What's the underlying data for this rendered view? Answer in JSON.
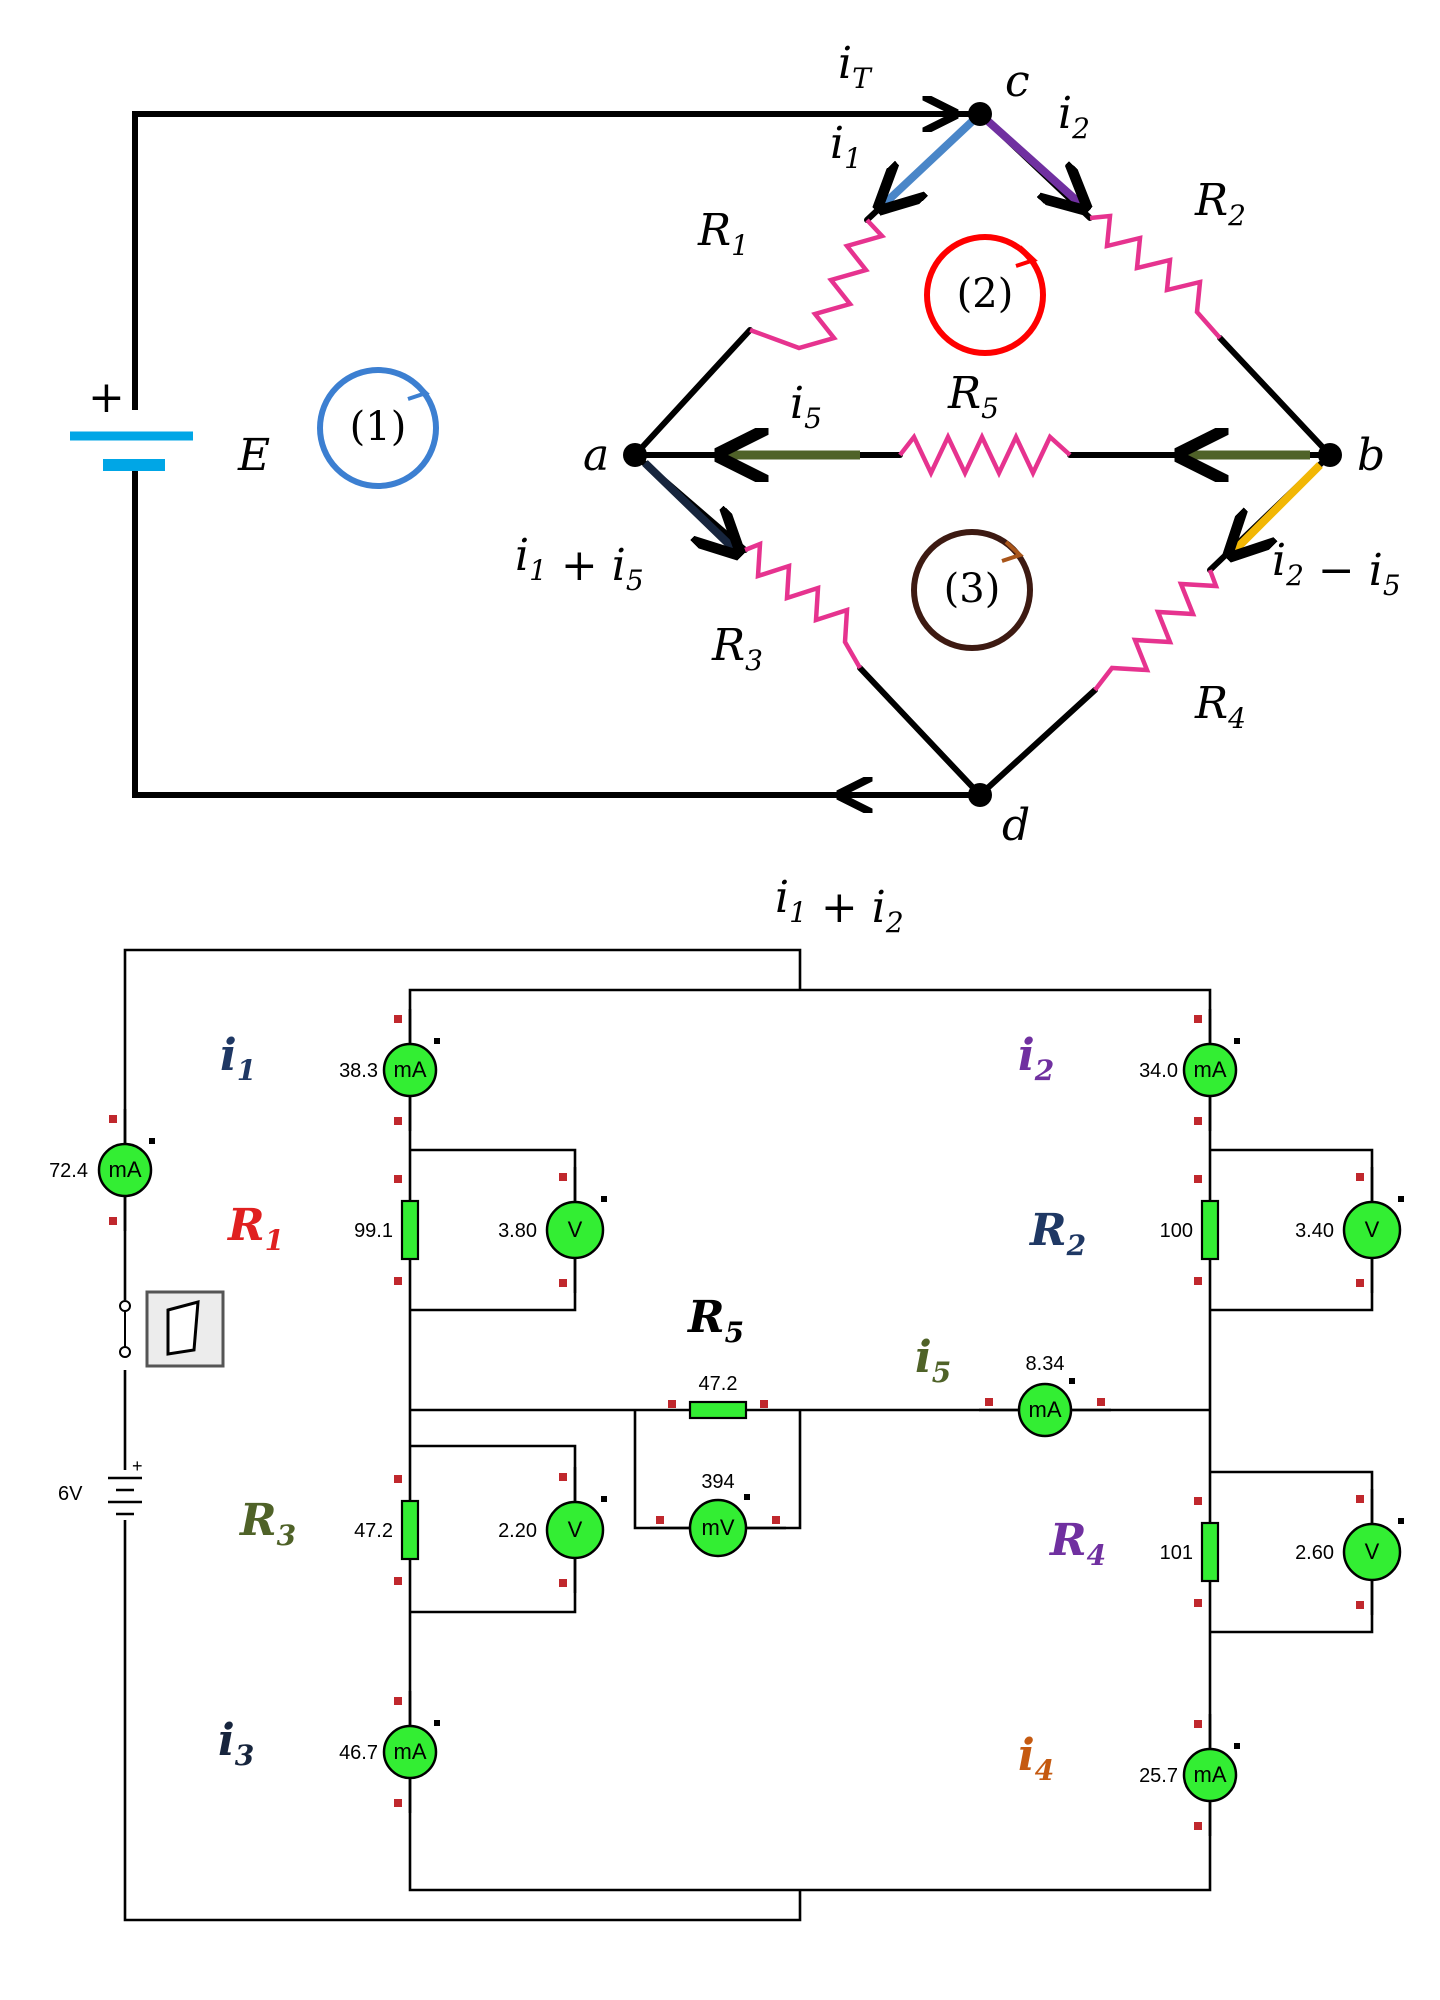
{
  "top_diagram": {
    "source_label": "E",
    "plus_sign": "+",
    "nodes": [
      "a",
      "b",
      "c",
      "d"
    ],
    "resistors": [
      "R1",
      "R2",
      "R3",
      "R4",
      "R5"
    ],
    "currents": {
      "iT": "iT",
      "i1": "i1",
      "i2": "i2",
      "i5": "i5",
      "i1_plus_i5": "i1 + i5",
      "i2_minus_i5": "i2 − i5",
      "i1_plus_i2": "i1 + i2"
    },
    "loops": [
      "(1)",
      "(2)",
      "(3)"
    ],
    "colors": {
      "resistor": "#e6338f",
      "i1": "#4a86c8",
      "i2": "#7030a0",
      "i5": "#4f6228",
      "i1_plus_i5": "#17253d",
      "i2_minus_i5": "#f2b705",
      "loop1": "#3c7fd1",
      "loop2": "#ff0000",
      "loop3": "#3d1a12"
    }
  },
  "sim": {
    "battery_label": "6V",
    "total_meter": {
      "value": "72.4",
      "unit": "mA"
    },
    "meters": {
      "i1": {
        "value": "38.3",
        "unit": "mA"
      },
      "i2": {
        "value": "34.0",
        "unit": "mA"
      },
      "i3": {
        "value": "46.7",
        "unit": "mA"
      },
      "i4": {
        "value": "25.7",
        "unit": "mA"
      },
      "i5": {
        "value": "8.34",
        "unit": "mA"
      },
      "v1": {
        "value": "3.80",
        "unit": "V"
      },
      "v2": {
        "value": "3.40",
        "unit": "V"
      },
      "v3": {
        "value": "2.20",
        "unit": "V"
      },
      "v4": {
        "value": "2.60",
        "unit": "V"
      },
      "v5": {
        "value": "394",
        "unit": "mV"
      }
    },
    "resistor_values": {
      "R1": "99.1",
      "R2": "100",
      "R3": "47.2",
      "R4": "101",
      "R5": "47.2"
    },
    "labels": {
      "i1": "i1",
      "i2": "i2",
      "i3": "i3",
      "i4": "i4",
      "i5": "i5",
      "R1": "R1",
      "R2": "R2",
      "R3": "R3",
      "R4": "R4",
      "R5": "R5"
    },
    "label_colors": {
      "i1": "#1f3864",
      "i2": "#7030a0",
      "i3": "#17253d",
      "i4": "#c55a11",
      "i5": "#4f6228",
      "R1": "#e02020",
      "R2": "#1f3864",
      "R3": "#4f6228",
      "R4": "#7030a0",
      "R5": "#000000"
    },
    "meter_color": "#33ee33"
  }
}
